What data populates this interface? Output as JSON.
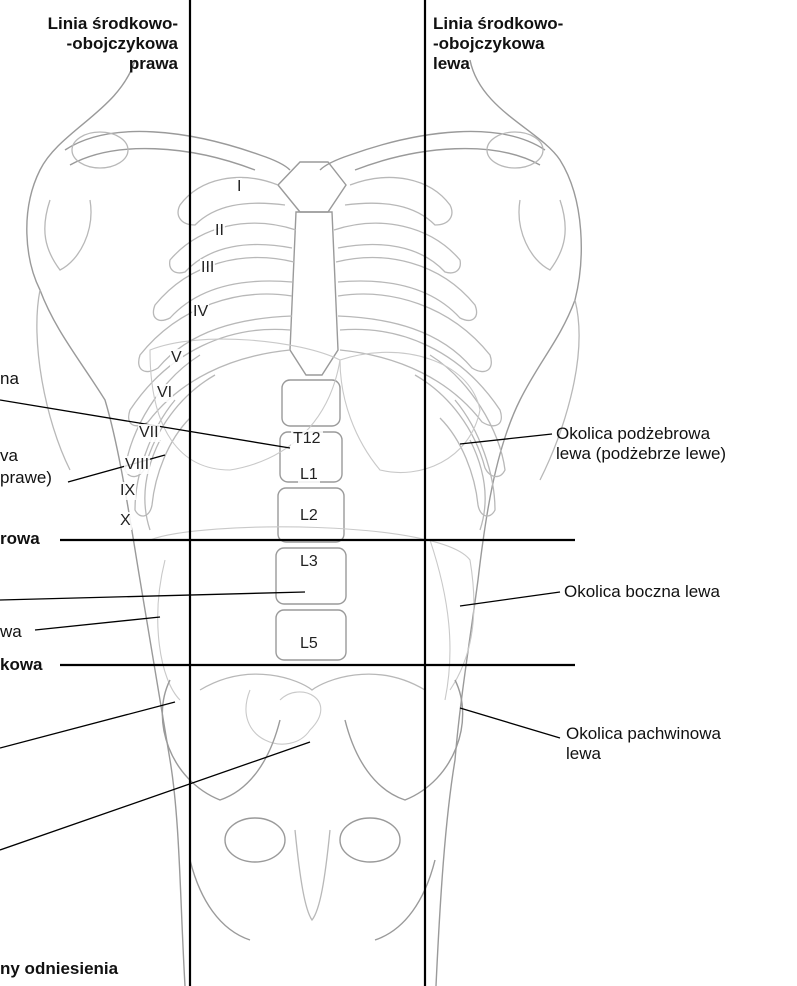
{
  "headings": {
    "right_midclavicular": [
      "Linia środkowo-",
      "-obojczykowa",
      "prawa"
    ],
    "left_midclavicular": [
      "Linia środkowo-",
      "-obojczykowa",
      "lewa"
    ]
  },
  "ribs": [
    "I",
    "II",
    "III",
    "IV",
    "V",
    "VI",
    "VII",
    "VIII",
    "IX",
    "X"
  ],
  "vertebrae": [
    "T12",
    "L1",
    "L2",
    "L3",
    "L5"
  ],
  "left_labels": {
    "epigastric_fragment": "na",
    "hypochondriac_fragment_1": "va",
    "hypochondriac_fragment_2": "prawe)",
    "subcostal_plane_fragment": "rowa",
    "lateral_fragment": "wa",
    "intertubercular_fragment": "kowa",
    "reference_planes_fragment": "ny odniesienia"
  },
  "right_labels": {
    "left_hypochondriac": [
      "Okolica podżebrowa",
      "lewa (podżebrze lewe)"
    ],
    "left_lateral": "Okolica boczna lewa",
    "left_inguinal": [
      "Okolica pachwinowa",
      "lewa"
    ]
  }
}
